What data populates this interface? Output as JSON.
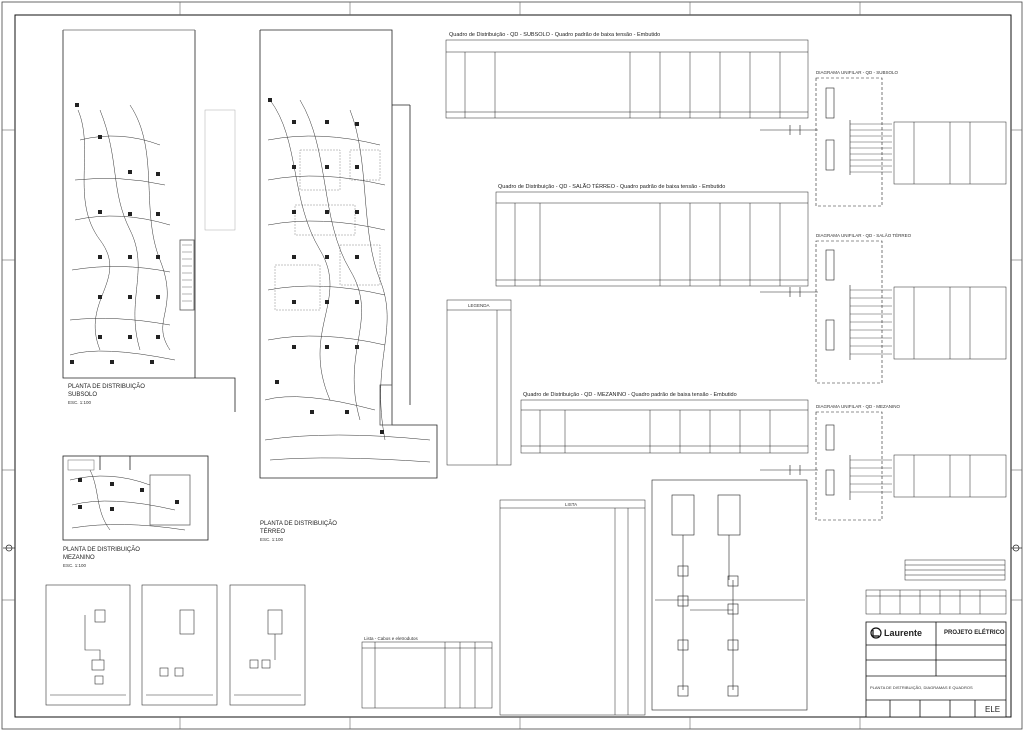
{
  "plans": {
    "subsolo": {
      "title": "PLANTA DE DISTRIBUIÇÃO",
      "subtitle": "SUBSOLO",
      "scale": "ESC. 1:100"
    },
    "terreo": {
      "title": "PLANTA DE DISTRIBUIÇÃO",
      "subtitle": "TÉRREO",
      "scale": "ESC. 1:100"
    },
    "mezanino": {
      "title": "PLANTA DE DISTRIBUIÇÃO",
      "subtitle": "MEZANINO",
      "scale": "ESC. 1:100"
    }
  },
  "panels": {
    "qd1": {
      "title": "Quadro de Distribuição - QD - SUBSOLO - Quadro padrão de baixa tensão - Embutido"
    },
    "qd2": {
      "title": "Quadro de Distribuição - QD - SALÃO TÉRREO - Quadro padrão de baixa tensão - Embutido"
    },
    "qd3": {
      "title": "Quadro de Distribuição - QD - MEZANINO - Quadro padrão de baixa tensão - Embutido"
    }
  },
  "diagrams": {
    "d1": {
      "title": "DIAGRAMA UNIFILAR - QD - SUBSOLO"
    },
    "d2": {
      "title": "DIAGRAMA UNIFILAR - QD - SALÃO TÉRREO"
    },
    "d3": {
      "title": "DIAGRAMA UNIFILAR - QD - MEZANINO"
    }
  },
  "legend": {
    "title": "LEGENDA"
  },
  "materials": {
    "title": "LISTA"
  },
  "cable_table": {
    "title": "Lista - Cabos e eletrodutos"
  },
  "title_block": {
    "company": "Laurente",
    "project": "PROJETO ELÉTRICO",
    "description": "PLANTA DE DISTRIBUIÇÃO, DIAGRAMAS E QUADROS",
    "discipline": "ELE"
  }
}
